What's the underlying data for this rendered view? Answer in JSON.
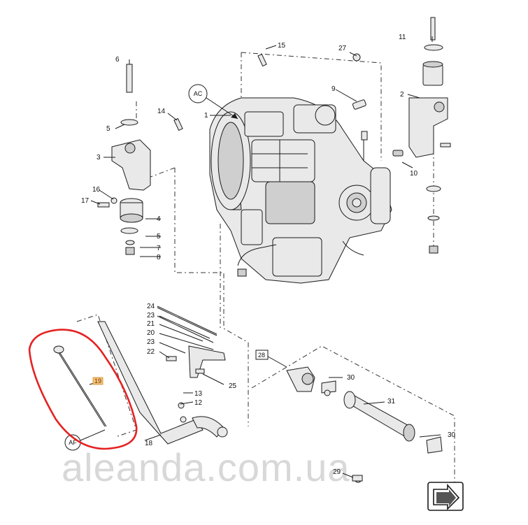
{
  "callouts": {
    "c1": "1",
    "c2": "2",
    "c3": "3",
    "c4": "4",
    "c5a": "5",
    "c5b": "5",
    "c6": "6",
    "c7": "7",
    "c8": "8",
    "c9": "9",
    "c10": "10",
    "c11": "11",
    "c12": "12",
    "c13": "13",
    "c14": "14",
    "c15": "15",
    "c16": "16",
    "c17": "17",
    "c18": "18",
    "c19": "19",
    "c20": "20",
    "c21": "21",
    "c22": "22",
    "c23a": "23",
    "c23b": "23",
    "c24": "24",
    "c25": "25",
    "c27": "27",
    "c28": "28",
    "c29": "29",
    "c30a": "30",
    "c30b": "30",
    "c31": "31"
  },
  "references": {
    "ac": "AC",
    "af": "AF"
  },
  "watermark": "aleanda.com.ua",
  "colors": {
    "line": "#1a1a1a",
    "highlight_ring": "#e52222",
    "watermark": "#d8d8d8",
    "tag": "#f7c27a"
  },
  "icons": {
    "nav": "arrow-icon"
  }
}
